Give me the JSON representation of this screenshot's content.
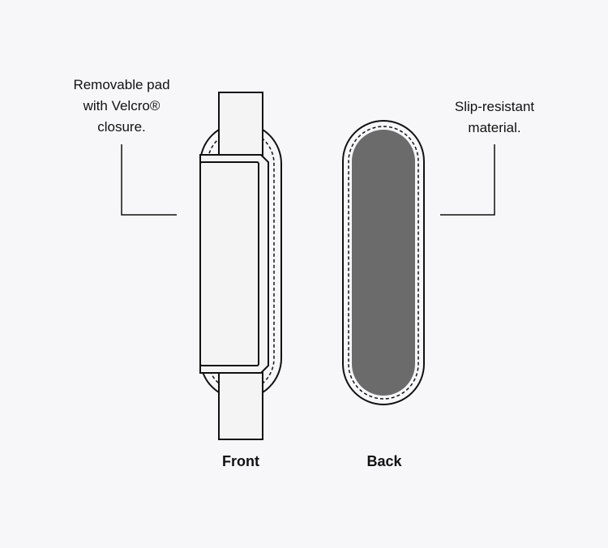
{
  "callouts": {
    "front_note": "Removable pad\nwith Velcro®\nclosure.",
    "back_note": "Slip-resistant\nmaterial."
  },
  "captions": {
    "front": "Front",
    "back": "Back"
  },
  "colors": {
    "background": "#f7f7f9",
    "outline": "#111111",
    "grip_fill": "#6b6b6b",
    "panel_fill": "#f4f4f4"
  }
}
